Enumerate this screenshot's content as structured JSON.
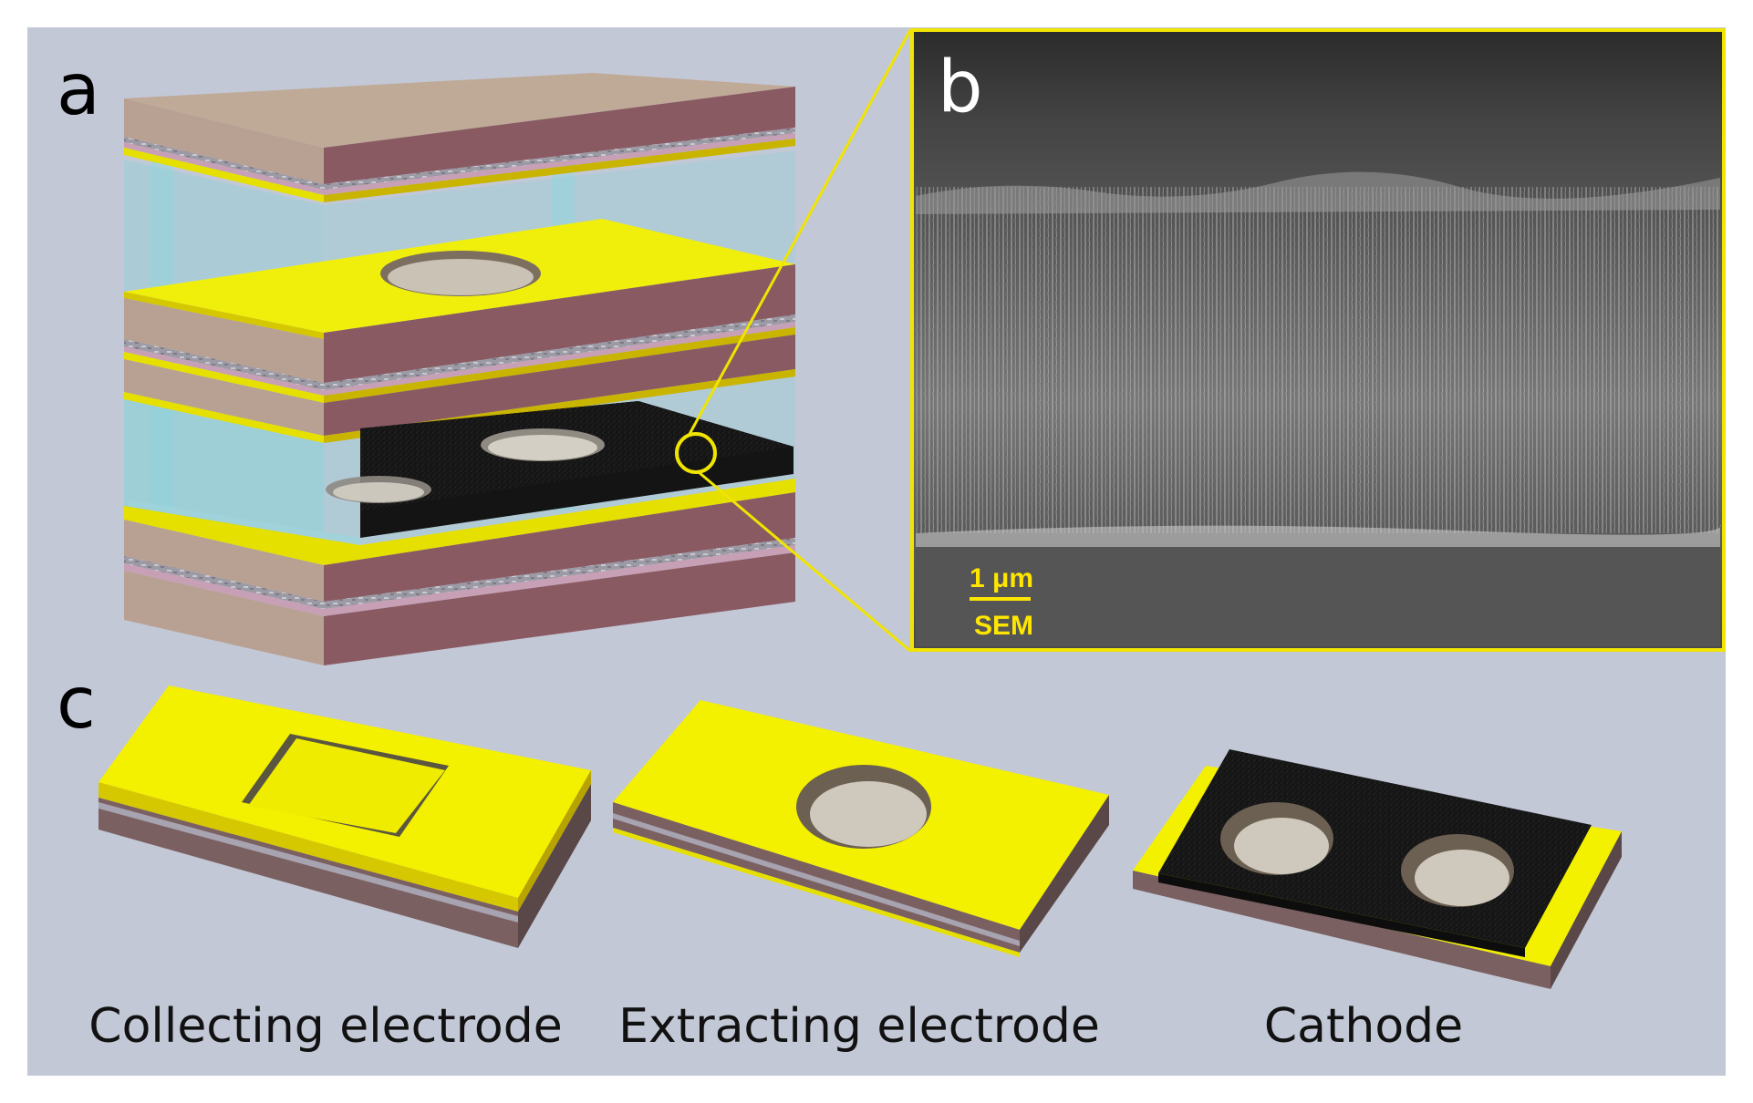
{
  "panels": {
    "a": {
      "label": "a"
    },
    "b": {
      "label": "b",
      "scale_bar": "1 μm",
      "mode": "SEM"
    },
    "c": {
      "label": "c"
    }
  },
  "captions": [
    "Collecting electrode",
    "Extracting electrode",
    "Cathode"
  ],
  "colors": {
    "background": "#c3c8d6",
    "gold": "#f3f000",
    "gold_edge": "#d6c800",
    "maroon": "#8a5a62",
    "beige": "#b8a192",
    "pink_layer": "#c7a0b6",
    "glass": "#8fd0d6",
    "cathode": "#111111",
    "sem_frame": "#f0e400"
  }
}
